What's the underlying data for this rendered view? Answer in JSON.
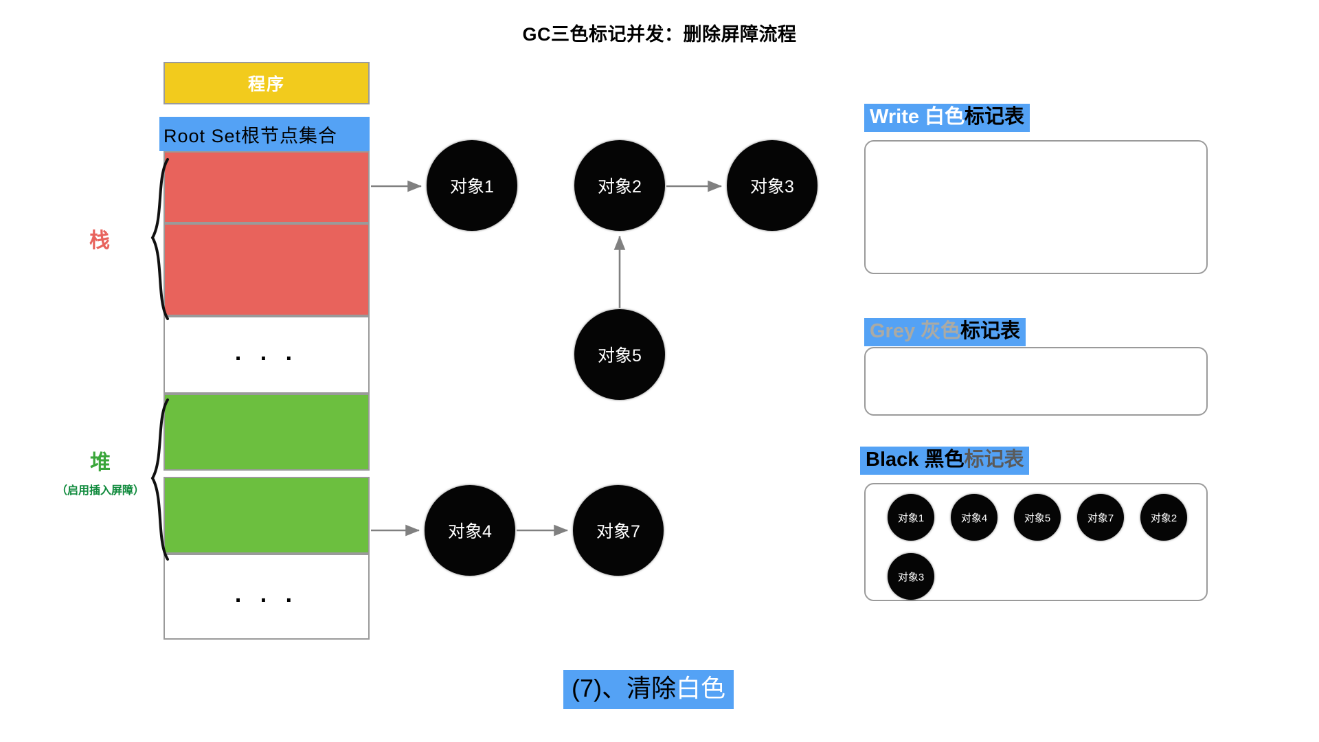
{
  "title": "GC三色标记并发：删除屏障流程",
  "memory": {
    "program_label": "程序",
    "root_set_label": "Root Set根节点集合",
    "stack_label": "栈",
    "heap_label": "堆",
    "heap_sublabel": "（启用插入屏障）",
    "ellipsis": ". . .",
    "slots": [
      {
        "name": "stack-slot-1",
        "color": "#e8635c",
        "kind": "red"
      },
      {
        "name": "stack-slot-2",
        "color": "#e8635c",
        "kind": "red"
      },
      {
        "name": "stack-gap",
        "color": "#ffffff",
        "kind": "ellipsis"
      },
      {
        "name": "heap-slot-1",
        "color": "#6cbf3f",
        "kind": "green"
      },
      {
        "name": "heap-slot-2",
        "color": "#6cbf3f",
        "kind": "green"
      },
      {
        "name": "heap-gap",
        "color": "#ffffff",
        "kind": "ellipsis"
      }
    ]
  },
  "graph": {
    "nodes": [
      {
        "id": "obj1",
        "label": "对象1"
      },
      {
        "id": "obj2",
        "label": "对象2"
      },
      {
        "id": "obj3",
        "label": "对象3"
      },
      {
        "id": "obj5",
        "label": "对象5"
      },
      {
        "id": "obj4",
        "label": "对象4"
      },
      {
        "id": "obj7",
        "label": "对象7"
      }
    ],
    "edges": [
      {
        "from": "stack-slot-1",
        "to": "obj1"
      },
      {
        "from": "obj2",
        "to": "obj3"
      },
      {
        "from": "obj5",
        "to": "obj2"
      },
      {
        "from": "heap-slot-2",
        "to": "obj4"
      },
      {
        "from": "obj4",
        "to": "obj7"
      }
    ]
  },
  "tables": {
    "white": {
      "title_strong": "Write 白色",
      "title_rest": "标记表",
      "items": []
    },
    "grey": {
      "title_strong": "Grey 灰色",
      "title_rest": "标记表",
      "items": []
    },
    "black": {
      "title_strong": "Black 黑色",
      "title_rest": "标记表",
      "items": [
        {
          "label": "对象1"
        },
        {
          "label": "对象4"
        },
        {
          "label": "对象5"
        },
        {
          "label": "对象7"
        },
        {
          "label": "对象2"
        },
        {
          "label": "对象3"
        }
      ]
    }
  },
  "caption": {
    "prefix": "(7)、清除",
    "highlight": "白色"
  },
  "colors": {
    "blue": "#54a2f5",
    "yellow": "#f2cb1d",
    "red": "#e8635c",
    "green": "#6cbf3f",
    "node": "#050505",
    "arrow": "#808080",
    "border": "#9a9a9a"
  }
}
